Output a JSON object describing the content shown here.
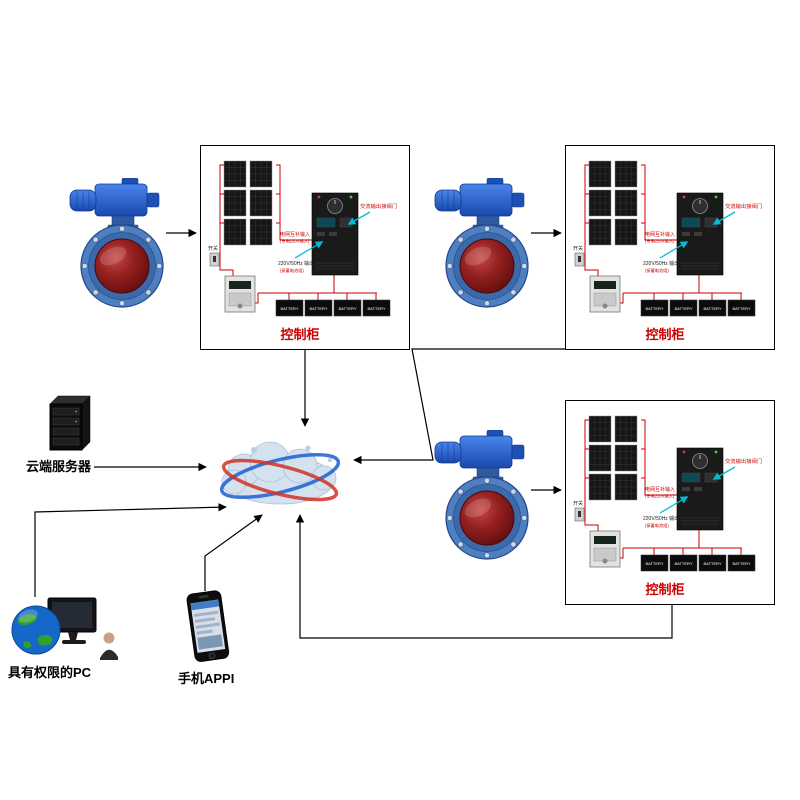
{
  "cabinet": {
    "title": "控制柜",
    "labels": {
      "ac_output": "交流输出接阀门",
      "grid_input": "电网互补输入",
      "grid_input_sub": "(市电220V输入)",
      "switch": "开关",
      "output": "220V/50Hz 输出",
      "output_sub": "(接蓄电池组)",
      "battery": "BATTERY"
    }
  },
  "nodes": {
    "server_label": "云端服务器",
    "pc_label": "具有权限的PC",
    "phone_label": "手机APPI"
  },
  "colors": {
    "cabinet_title": "#cc0000",
    "wire_red": "#cc0000",
    "arrow_black": "#000000",
    "cyan_arrow": "#00bcd4",
    "valve_blue": "#2b5fc0",
    "valve_disc_red": "#8b1a1a",
    "cloud_swoosh_blue": "#1a5fd0",
    "cloud_swoosh_red": "#d23022"
  }
}
